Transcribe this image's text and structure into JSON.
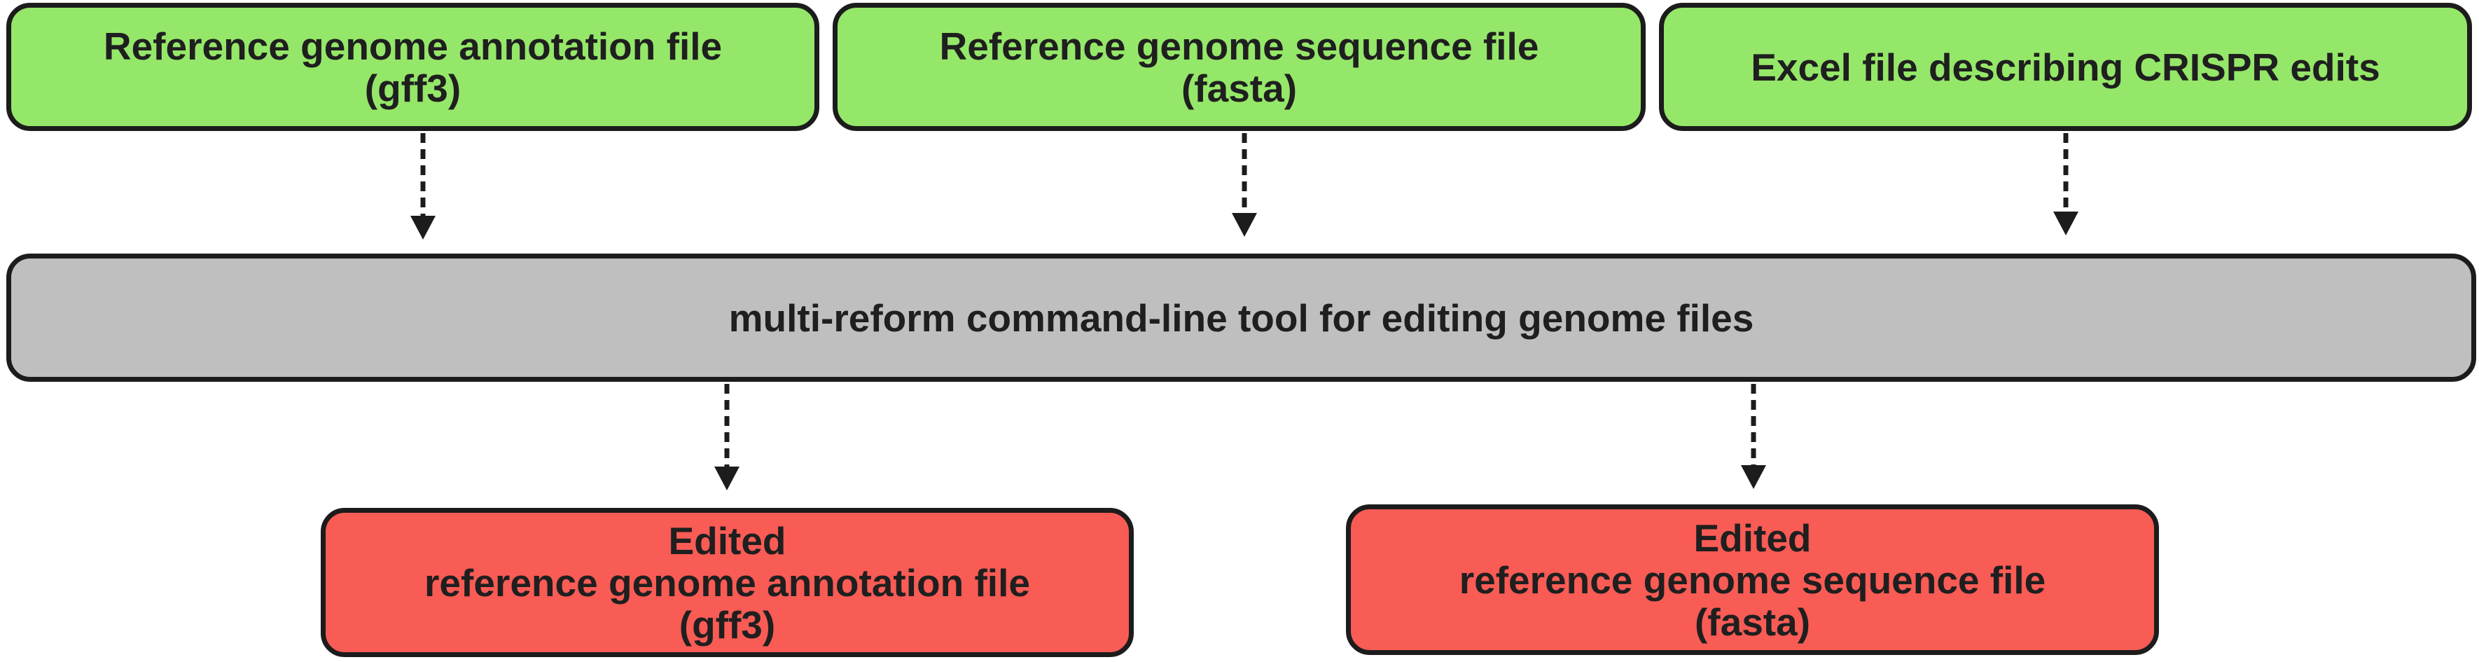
{
  "inputs": {
    "annotation": {
      "line1": "Reference genome annotation file",
      "line2": "(gff3)"
    },
    "sequence": {
      "line1": "Reference genome sequence file",
      "line2": "(fasta)"
    },
    "excel": {
      "line1": "Excel file describing CRISPR edits"
    }
  },
  "tool": {
    "label": "multi-reform command-line tool for editing genome files"
  },
  "outputs": {
    "annotation": {
      "line1": "Edited",
      "line2": "reference genome annotation file",
      "line3": "(gff3)"
    },
    "sequence": {
      "line1": "Edited",
      "line2": "reference genome sequence file",
      "line3": "(fasta)"
    }
  },
  "colors": {
    "input": "#95e769",
    "tool": "#bfbfbf",
    "output": "#f95b55",
    "border": "#1c1c1c"
  }
}
